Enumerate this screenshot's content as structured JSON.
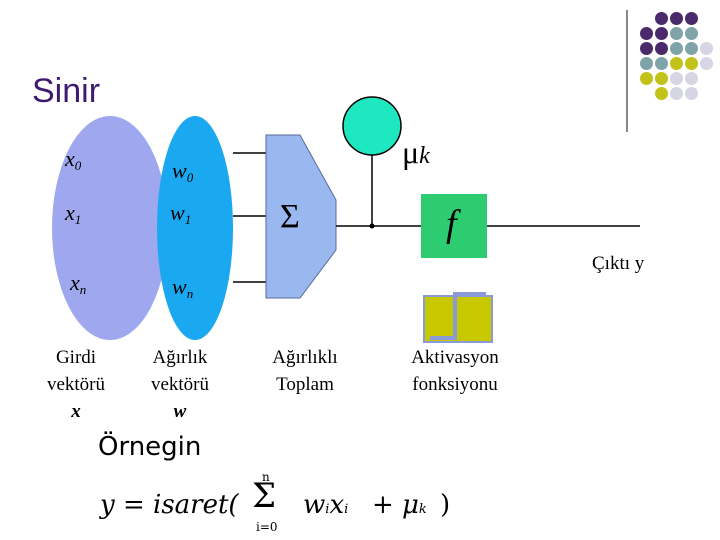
{
  "title": "Sinir",
  "inputs": [
    {
      "x": "x",
      "x_sub": "0",
      "w": "w",
      "w_sub": "0"
    },
    {
      "x": "x",
      "x_sub": "1",
      "w": "w",
      "w_sub": "1"
    },
    {
      "x": "x",
      "x_sub": "n",
      "w": "w",
      "w_sub": "n"
    }
  ],
  "bias_symbol": "μ",
  "bias_sub": "k",
  "sum_symbol": "Σ",
  "activation_symbol": "f",
  "output_label": "Çıktı y",
  "captions": {
    "input": [
      "Girdi",
      "vektörü",
      "x"
    ],
    "weight": [
      "Ağırlık",
      "vektörü",
      "w"
    ],
    "sum": [
      "Ağırlıklı",
      "Toplam"
    ],
    "activation": [
      "Aktivasyon",
      "fonksiyonu"
    ]
  },
  "example_title": "Örnegin",
  "formula": {
    "lhs": "y = isaret(",
    "sum_top": "n",
    "sum_symbol": "Σ",
    "sum_bottom": "i=0",
    "term": "w",
    "term_sub": "i",
    "term2": "x",
    "term2_sub": "i",
    "plus": "+",
    "mu": "μ",
    "mu_sub": "k",
    "rhs": ")"
  },
  "colors": {
    "title": "#3d1a6e",
    "purple": "#4b2a6b",
    "teal": "#7fa3a8",
    "olive": "#c3c21a",
    "light": "#d5d5e3",
    "input_ellipse": "#9fa8ee",
    "weight_ellipse": "#1aa8f0",
    "sum_block": "#99b8f0",
    "bias_circle": "#1de8c0",
    "activation_box": "#2ecc71",
    "step_box": "#c7c800",
    "step_line": "#8a9ad8"
  }
}
